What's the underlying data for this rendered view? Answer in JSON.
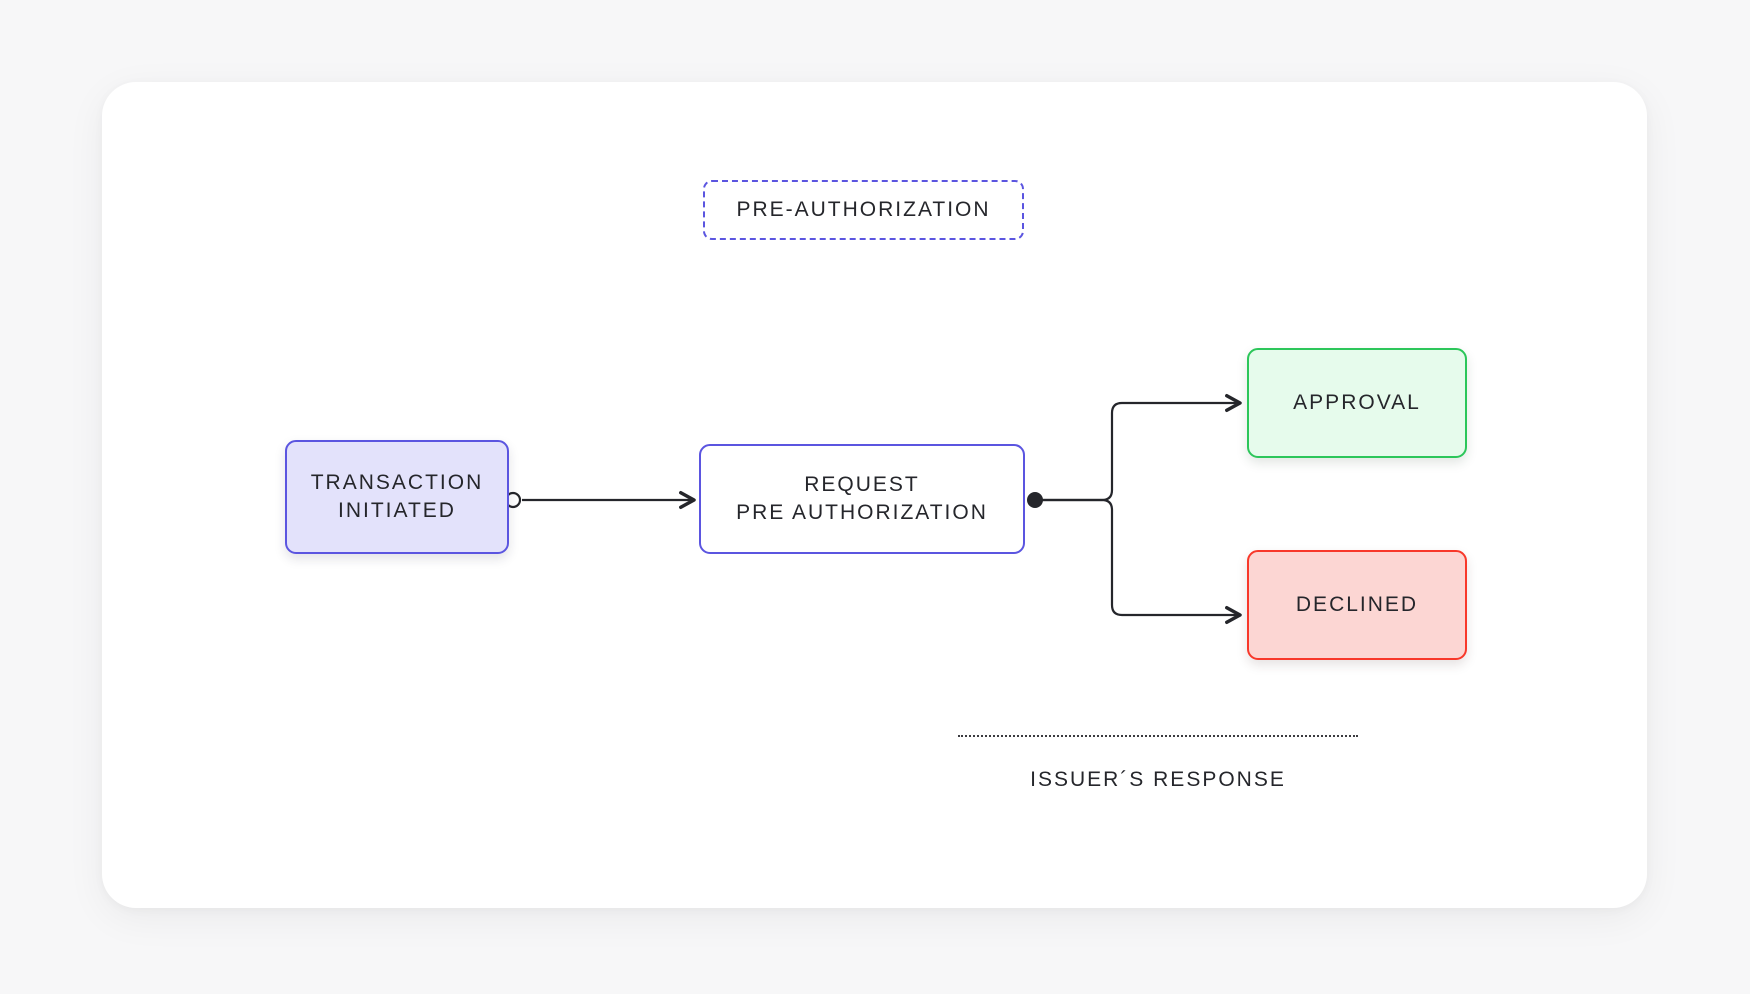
{
  "canvas": {
    "background_color": "#f7f7f8",
    "card_color": "#ffffff"
  },
  "group_label": {
    "text": "PRE-AUTHORIZATION",
    "border_style": "dashed",
    "border_color": "#5b55e0"
  },
  "nodes": [
    {
      "id": "transaction-initiated",
      "text": "TRANSACTION\nINITIATED",
      "fill": "#e3e2fb",
      "border": "#5b55e0"
    },
    {
      "id": "request-preauth",
      "text": "REQUEST\nPRE AUTHORIZATION",
      "fill": "#ffffff",
      "border": "#5b55e0"
    },
    {
      "id": "approval",
      "text": "APPROVAL",
      "fill": "#e6fbec",
      "border": "#2cc65a"
    },
    {
      "id": "declined",
      "text": "DECLINED",
      "fill": "#fcd6d3",
      "border": "#f8382a"
    }
  ],
  "connectors": [
    {
      "id": "transaction-to-request",
      "from": "transaction-initiated",
      "to": "request-preauth",
      "source_marker": "hollow-circle",
      "target_marker": "arrow"
    },
    {
      "id": "request-to-approval",
      "from": "request-preauth",
      "to": "approval",
      "source_marker": "filled-dot",
      "target_marker": "arrow"
    },
    {
      "id": "request-to-declined",
      "from": "request-preauth",
      "to": "declined",
      "source_marker": "filled-dot",
      "target_marker": "arrow"
    }
  ],
  "annotation": {
    "label": "ISSUER´S RESPONSE",
    "divider_style": "dotted"
  },
  "line_color": "#25262b"
}
